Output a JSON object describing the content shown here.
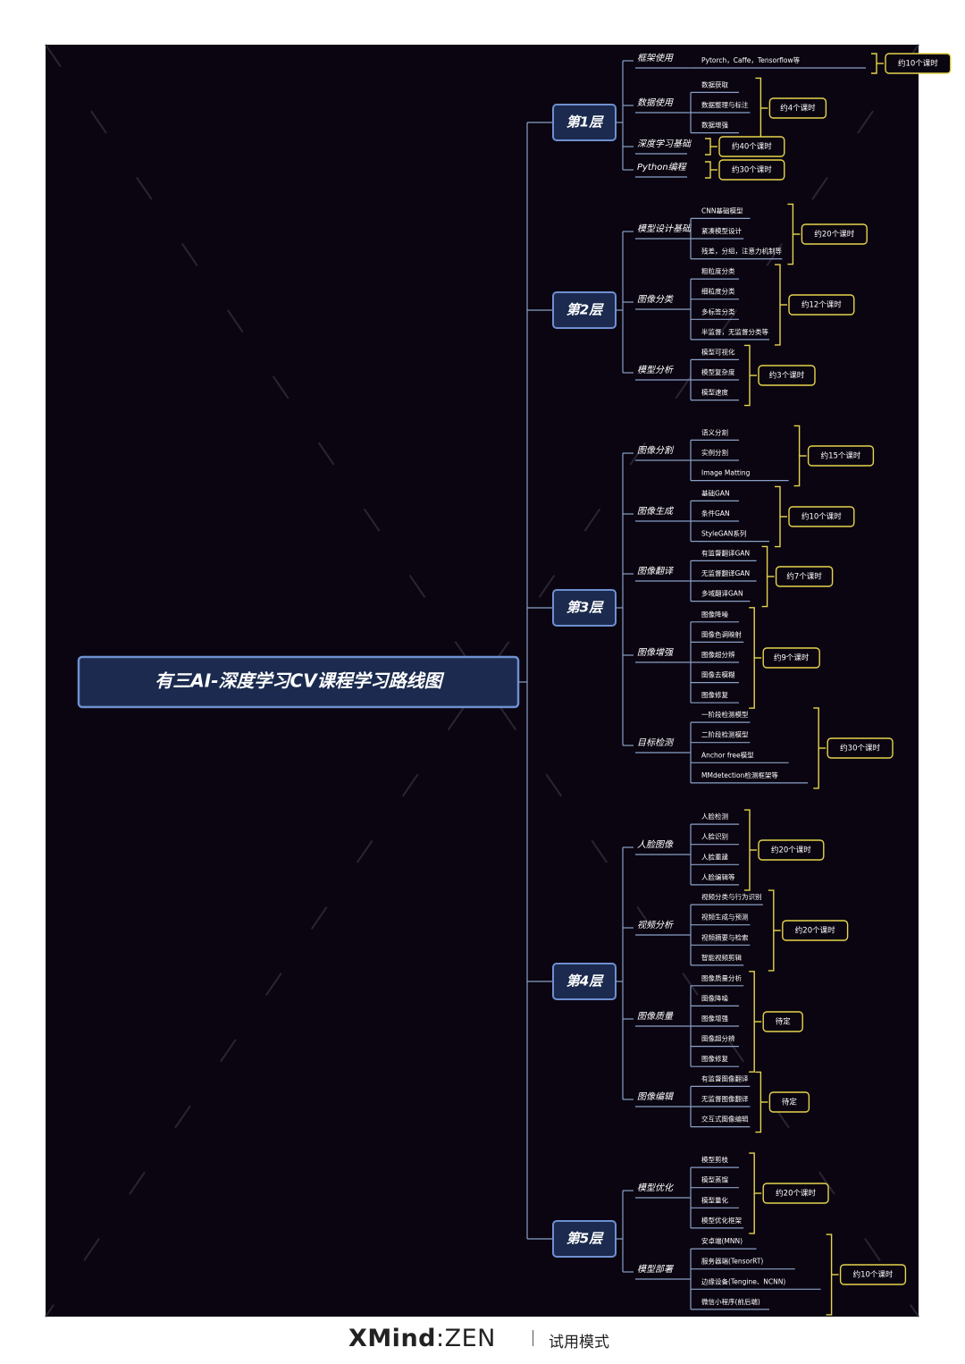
{
  "root": "有三AI-深度学习CV课程学习路线图",
  "layers": [
    {
      "label": "第1层",
      "groups": [
        {
          "label": "框架使用",
          "items": [
            "Pytorch，Caffe，Tensorflow等"
          ],
          "hours": "约10个课时"
        },
        {
          "label": "数据使用",
          "items": [
            "数据获取",
            "数据整理与标注",
            "数据增强"
          ],
          "hours": "约4个课时"
        },
        {
          "label": "深度学习基础",
          "items": [],
          "hours": "约40个课时"
        },
        {
          "label": "Python编程",
          "items": [],
          "hours": "约30个课时"
        }
      ]
    },
    {
      "label": "第2层",
      "groups": [
        {
          "label": "模型设计基础",
          "items": [
            "CNN基础模型",
            "紧凑模型设计",
            "残差，分组，注意力机制等"
          ],
          "hours": "约20个课时"
        },
        {
          "label": "图像分类",
          "items": [
            "粗粒度分类",
            "细粒度分类",
            "多标签分类",
            "半监督，无监督分类等"
          ],
          "hours": "约12个课时"
        },
        {
          "label": "模型分析",
          "items": [
            "模型可视化",
            "模型复杂度",
            "模型速度"
          ],
          "hours": "约3个课时"
        }
      ]
    },
    {
      "label": "第3层",
      "groups": [
        {
          "label": "图像分割",
          "items": [
            "语义分割",
            "实例分割",
            "Image Matting"
          ],
          "hours": "约15个课时"
        },
        {
          "label": "图像生成",
          "items": [
            "基础GAN",
            "条件GAN",
            "StyleGAN系列"
          ],
          "hours": "约10个课时"
        },
        {
          "label": "图像翻译",
          "items": [
            "有监督翻译GAN",
            "无监督翻译GAN",
            "多域翻译GAN"
          ],
          "hours": "约7个课时"
        },
        {
          "label": "图像增强",
          "items": [
            "图像降噪",
            "图像色调映射",
            "图像超分辨",
            "图像去模糊",
            "图像修复"
          ],
          "hours": "约9个课时"
        },
        {
          "label": "目标检测",
          "items": [
            "一阶段检测模型",
            "二阶段检测模型",
            "Anchor free模型",
            "MMdetection检测框架等"
          ],
          "hours": "约30个课时"
        }
      ]
    },
    {
      "label": "第4层",
      "groups": [
        {
          "label": "人脸图像",
          "items": [
            "人脸检测",
            "人脸识别",
            "人脸重建",
            "人脸编辑等"
          ],
          "hours": "约20个课时"
        },
        {
          "label": "视频分析",
          "items": [
            "视频分类与行为识别",
            "视频生成与预测",
            "视频摘要与检索",
            "智能视频剪辑"
          ],
          "hours": "约20个课时"
        },
        {
          "label": "图像质量",
          "items": [
            "图像质量分析",
            "图像降噪",
            "图像增强",
            "图像超分辨",
            "图像修复"
          ],
          "hours": "待定"
        },
        {
          "label": "图像编辑",
          "items": [
            "有监督图像翻译",
            "无监督图像翻译",
            "交互式图像编辑"
          ],
          "hours": "待定"
        }
      ]
    },
    {
      "label": "第5层",
      "groups": [
        {
          "label": "模型优化",
          "items": [
            "模型剪枝",
            "模型蒸馏",
            "模型量化",
            "模型优化框架"
          ],
          "hours": "约20个课时"
        },
        {
          "label": "模型部署",
          "items": [
            "安卓端(MNN)",
            "服务器端(TensorRT)",
            "边缘设备(Tengine、NCNN)",
            "微信小程序(前后端)"
          ],
          "hours": "约10个课时"
        }
      ]
    }
  ],
  "footer": {
    "brand_a": "XMind",
    "brand_b": "ZEN",
    "mode": "试用模式"
  },
  "colors": {
    "canvas": "#0a0510",
    "line": "#8aa0c8",
    "layer_bg": "#1b2a4e",
    "layer_border": "#6f8fd0",
    "hours_border": "#e8d44d",
    "text": "#ffffff"
  }
}
